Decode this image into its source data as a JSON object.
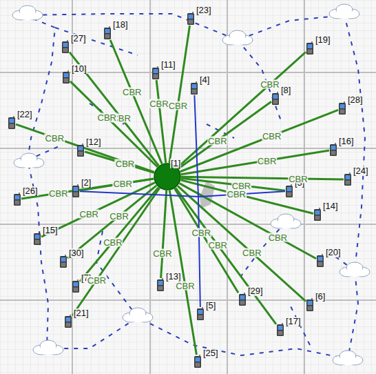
{
  "diagram": {
    "nodes": [
      {
        "text": [
          "[23]"
        ]
      },
      {
        "text": [
          "[18]"
        ]
      },
      {
        "text": [
          "[19]"
        ]
      },
      {
        "text": [
          "[27]"
        ]
      },
      {
        "text": [
          "[10]"
        ]
      },
      {
        "text": [
          "[11]"
        ]
      },
      {
        "text": [
          "[4]"
        ]
      },
      {
        "text": [
          "[8]"
        ]
      },
      {
        "text": [
          "[28]"
        ]
      },
      {
        "text": [
          "[22]"
        ]
      },
      {
        "text": [
          "[12]"
        ]
      },
      {
        "text": [
          "[16]"
        ]
      },
      {
        "text": [
          "[1]"
        ]
      },
      {
        "text": [
          "[24]"
        ]
      },
      {
        "text": [
          "[2]"
        ]
      },
      {
        "text": [
          "[3]"
        ]
      },
      {
        "text": [
          "[26]"
        ]
      },
      {
        "text": [
          "[14]"
        ]
      },
      {
        "text": [
          "[15]"
        ]
      },
      {
        "text": [
          "[20]"
        ]
      },
      {
        "text": [
          "[30]"
        ]
      },
      {
        "text": [
          "[7]"
        ]
      },
      {
        "text": [
          "[13]"
        ]
      },
      {
        "text": [
          "[29]"
        ]
      },
      {
        "text": [
          "[6]"
        ]
      },
      {
        "text": [
          "[5]"
        ]
      },
      {
        "text": [
          "[21]"
        ]
      },
      {
        "text": [
          "[17]"
        ]
      },
      {
        "text": [
          "[25]"
        ]
      }
    ],
    "edges": [
      {
        "from": 12,
        "to": 0,
        "arrow": "none",
        "label": "CBR"
      },
      {
        "from": 12,
        "to": 1,
        "arrow": "none",
        "label": "CBR"
      },
      {
        "from": 12,
        "to": 2,
        "arrow": "none",
        "label": "CBR"
      },
      {
        "from": 12,
        "to": 3,
        "arrow": "none",
        "label": "CBR"
      },
      {
        "from": 12,
        "to": 4,
        "arrow": "none",
        "label": "CBR"
      },
      {
        "from": 12,
        "to": 5,
        "arrow": "none",
        "label": "CBR"
      },
      {
        "from": 12,
        "to": 7,
        "arrow": "none",
        "label": "CBR"
      },
      {
        "from": 12,
        "to": 8,
        "arrow": "none",
        "label": "CBR"
      },
      {
        "from": 12,
        "to": 9,
        "arrow": "none",
        "label": "CBR"
      },
      {
        "from": 12,
        "to": 10,
        "arrow": "none",
        "label": "CBR"
      },
      {
        "from": 12,
        "to": 11,
        "arrow": "none",
        "label": "CBR"
      },
      {
        "from": 12,
        "to": 13,
        "arrow": "none",
        "label": "CBR"
      },
      {
        "from": 12,
        "to": 14,
        "arrow": "none",
        "label": "CBR"
      },
      {
        "from": 12,
        "to": 15,
        "arrow": "none",
        "label": "CBR"
      },
      {
        "from": 12,
        "to": 16,
        "arrow": "none",
        "label": "CBR"
      },
      {
        "from": 12,
        "to": 17,
        "arrow": "none",
        "label": "CBR"
      },
      {
        "from": 12,
        "to": 18,
        "arrow": "none",
        "label": "CBR"
      },
      {
        "from": 12,
        "to": 19,
        "arrow": "none",
        "label": "CBR"
      },
      {
        "from": 12,
        "to": 20,
        "arrow": "none",
        "label": "CBR"
      },
      {
        "from": 12,
        "to": 21,
        "arrow": "none",
        "label": "CBR"
      },
      {
        "from": 12,
        "to": 22,
        "arrow": "none",
        "label": "CBR"
      },
      {
        "from": 12,
        "to": 23,
        "arrow": "none",
        "label": "CBR"
      },
      {
        "from": 12,
        "to": 24,
        "arrow": "none",
        "label": "CBR"
      },
      {
        "from": 12,
        "to": 26,
        "arrow": "none",
        "label": "CBR"
      },
      {
        "from": 12,
        "to": 27,
        "arrow": "none",
        "label": "CBR"
      },
      {
        "from": 12,
        "to": 28,
        "arrow": "none",
        "label": "CBR"
      },
      {
        "from": 6,
        "to": 25,
        "arrow": "none"
      },
      {
        "from": 14,
        "to": 15,
        "arrow": "none"
      }
    ]
  }
}
